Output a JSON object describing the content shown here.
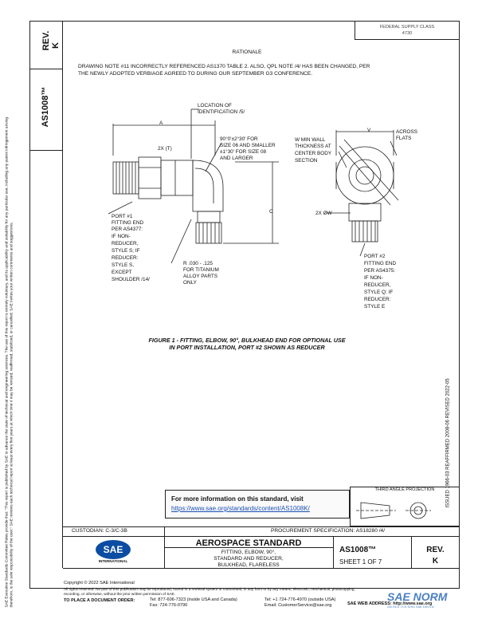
{
  "left_margin_notice": "SAE Executive Standards Committee Rules provide that: \"This report is published by SAE to advance the state of technical and engineering sciences. The use of this report is entirely voluntary, and its applicability and suitability for any particular use, including any patent infringement arising therefrom, is the sole responsibility of the user.\" SAE reviews each technical report at least every five years at which time it may be revised, reaffirmed, stabilized, or cancelled. SAE invites your written comments and suggestions.",
  "header": {
    "rev_label": "REV.",
    "rev_value": "K",
    "doc_number": "AS1008™",
    "fsc_line1": "FEDERAL SUPPLY CLASS",
    "fsc_line2": "4730"
  },
  "rationale": {
    "title": "RATIONALE",
    "line1": "DRAWING NOTE #11 INCORRECTLY REFERENCED AS1370 TABLE 2. ALSO, QPL NOTE /4/ HAS BEEN CHANGED, PER",
    "line2": "THE NEWLY ADOPTED VERBIAGE AGREED TO DURING OUR SEPTEMBER G3 CONFERENCE."
  },
  "drawing": {
    "loc_id_1": "LOCATION OF",
    "loc_id_2": "IDENTIFICATION /5/",
    "angle_1": "90°0'±2°30' FOR",
    "angle_2": "SIZE 06 AND SMALLER",
    "angle_3": "±1°30' FOR SIZE 08",
    "angle_4": "AND LARGER",
    "dim_a": "A",
    "dim_2x_t": "2X (T)",
    "dim_c": "C",
    "port1_1": "PORT #1",
    "port1_2": "FITTING END",
    "port1_3": "PER AS4377:",
    "port1_4": "IF NON-",
    "port1_5": "REDUCER,",
    "port1_6": "STYLE S; IF",
    "port1_7": "REDUCER:",
    "port1_8": "STYLE S,",
    "port1_9": "EXCEPT",
    "port1_10": "SHOULDER /14/",
    "radius_1": "R .030 - .125",
    "radius_2": "FOR TITANIUM",
    "radius_3": "ALLOY PARTS",
    "radius_4": "ONLY",
    "wall_1": "W MIN WALL",
    "wall_2": "THICKNESS AT",
    "wall_3": "CENTER BODY",
    "wall_4": "SECTION",
    "dim_v": "V",
    "across_1": "ACROSS",
    "across_2": "FLATS",
    "dim_2x_dw": "2X ØW",
    "port2_1": "PORT #2",
    "port2_2": "FITTING END",
    "port2_3": "PER AS4375:",
    "port2_4": "IF NON-",
    "port2_5": "REDUCER,",
    "port2_6": "STYLE Q; IF",
    "port2_7": "REDUCER:",
    "port2_8": "STYLE E"
  },
  "figure_caption": {
    "line1": "FIGURE 1 - FITTING, ELBOW, 90°, BULKHEAD END FOR OPTIONAL USE",
    "line2": "IN PORT INSTALLATION, PORT #2 SHOWN AS REDUCER"
  },
  "dates_vertical": "ISSUED 1966-03    REAFFIRMED 2008-06    REVISED 2022-05",
  "info_box": {
    "text": "For more information on this standard, visit",
    "link": "https://www.sae.org/standards/content/AS1008K/"
  },
  "third_angle": "THIRD ANGLE PROJECTION",
  "custodian": "CUSTODIAN: C-3/C-3B",
  "procurement": "PROCUREMENT SPECIFICATION: AS18280 /4/",
  "title_block": {
    "logo_text": "SAE",
    "logo_sub": "INTERNATIONAL",
    "heading": "AEROSPACE STANDARD",
    "desc_1": "FITTING, ELBOW, 90°,",
    "desc_2": "STANDARD AND REDUCER,",
    "desc_3": "BULKHEAD, FLARELESS",
    "doc_no": "AS1008™",
    "sheet": "SHEET 1 OF 7",
    "rev_label": "REV.",
    "rev_value": "K"
  },
  "footer": {
    "copyright": "Copyright © 2022 SAE International",
    "rights": "All rights reserved. No part of this publication may be reproduced, stored in a retrieval system or transmitted, in any form or by any means, electronic, mechanical, photocopying,",
    "rights2": "recording, or otherwise, without the prior written permission of SAE.",
    "order_label": "TO PLACE A DOCUMENT ORDER:",
    "tel1": "Tel: 877-606-7323 (inside USA and Canada)",
    "fax": "Fax: 724-776-0790",
    "tel2": "Tel: +1 724-776-4970 (outside USA)",
    "email": "Email: CustomerService@sae.org",
    "web": "SAE WEB ADDRESS:  http://www.sae.org",
    "watermark": "SAE NORM",
    "watermark_sub": "GB  HCS  TCS  SHIS  SAE  DIN  EN"
  }
}
